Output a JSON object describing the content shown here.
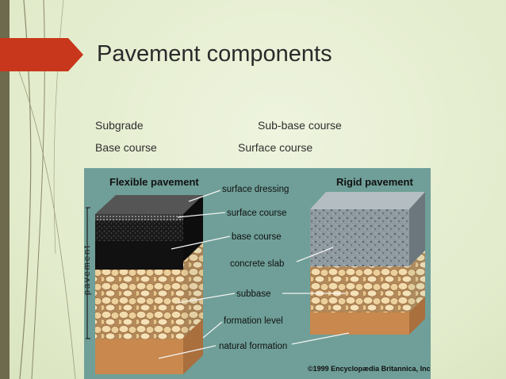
{
  "slide": {
    "title": "Pavement components",
    "bullets": {
      "subgrade": "Subgrade",
      "sub_base": "Sub-base course",
      "base": "Base course",
      "surface": "Surface course"
    }
  },
  "figure": {
    "flexible_title": "Flexible pavement",
    "rigid_title": "Rigid pavement",
    "side_label": "pavement",
    "labels": {
      "surface_dressing": "surface dressing",
      "surface_course": "surface course",
      "base_course": "base course",
      "concrete_slab": "concrete slab",
      "subbase": "subbase",
      "formation_level": "formation level",
      "natural_formation": "natural formation"
    },
    "copyright": "©1999 Encyclopædia Britannica, Inc."
  },
  "colors": {
    "title_arrow": "#c8371b",
    "left_bar": "#6e6a4e",
    "figure_bg": "#6f9f98"
  }
}
